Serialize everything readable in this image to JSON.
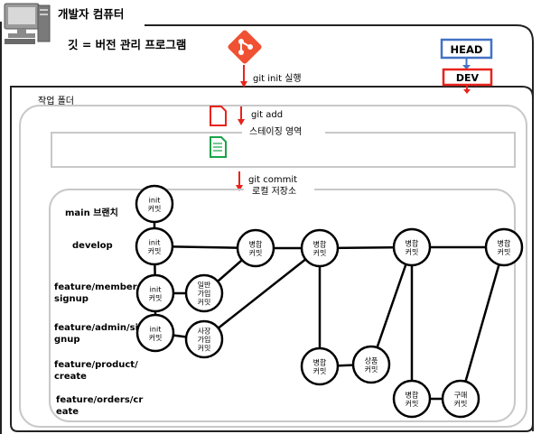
{
  "header": {
    "computer_label": "개발자 컴퓨터",
    "git_title": "깃 = 버전 관리 프로그램"
  },
  "pointers": {
    "head_label": "HEAD",
    "dev_label": "DEV"
  },
  "steps": {
    "git_init": "git init 실행",
    "working_folder": "작업 폴더",
    "git_add": "git add",
    "staging_area": "스테이징 영역",
    "git_commit": "git commit",
    "local_repo": "로컬 저장소"
  },
  "branches": [
    {
      "lines": [
        "main 브랜치"
      ]
    },
    {
      "lines": [
        "develop"
      ]
    },
    {
      "lines": [
        "feature/member/",
        "signup"
      ]
    },
    {
      "lines": [
        "feature/admin/si",
        "gnup"
      ]
    },
    {
      "lines": [
        "feature/product/",
        "create"
      ]
    },
    {
      "lines": [
        "feature/orders/cr",
        "eate"
      ]
    }
  ],
  "commits": [
    {
      "id": "main-init",
      "lines": [
        "init",
        "커밋"
      ]
    },
    {
      "id": "dev-init",
      "lines": [
        "init",
        "커밋"
      ]
    },
    {
      "id": "member-init",
      "lines": [
        "init",
        "커밋"
      ]
    },
    {
      "id": "admin-init",
      "lines": [
        "init",
        "커밋"
      ]
    },
    {
      "id": "member-commit",
      "lines": [
        "일반",
        "가입",
        "커밋"
      ]
    },
    {
      "id": "admin-commit",
      "lines": [
        "사장",
        "가입",
        "커밋"
      ]
    },
    {
      "id": "merge-1",
      "lines": [
        "병합",
        "커밋"
      ]
    },
    {
      "id": "merge-2",
      "lines": [
        "병합",
        "커밋"
      ]
    },
    {
      "id": "merge-3",
      "lines": [
        "병합",
        "커밋"
      ]
    },
    {
      "id": "merge-4",
      "lines": [
        "병합",
        "커밋"
      ]
    },
    {
      "id": "product-merge",
      "lines": [
        "병합",
        "커밋"
      ]
    },
    {
      "id": "product-commit",
      "lines": [
        "상품",
        "커밋"
      ]
    },
    {
      "id": "orders-merge",
      "lines": [
        "병합",
        "커밋"
      ]
    },
    {
      "id": "orders-commit",
      "lines": [
        "구매",
        "커밋"
      ]
    }
  ],
  "colors": {
    "git_logo": "#f05133",
    "arrow_red": "#e8231c",
    "head_border": "#4472c4",
    "dev_border": "#e8231c",
    "file_red": "#e8231c",
    "file_green": "#1aa34a",
    "container_border": "#c8c8c8"
  },
  "icons": [
    "computer-icon",
    "git-logo-icon",
    "red-file-icon",
    "green-file-icon"
  ]
}
